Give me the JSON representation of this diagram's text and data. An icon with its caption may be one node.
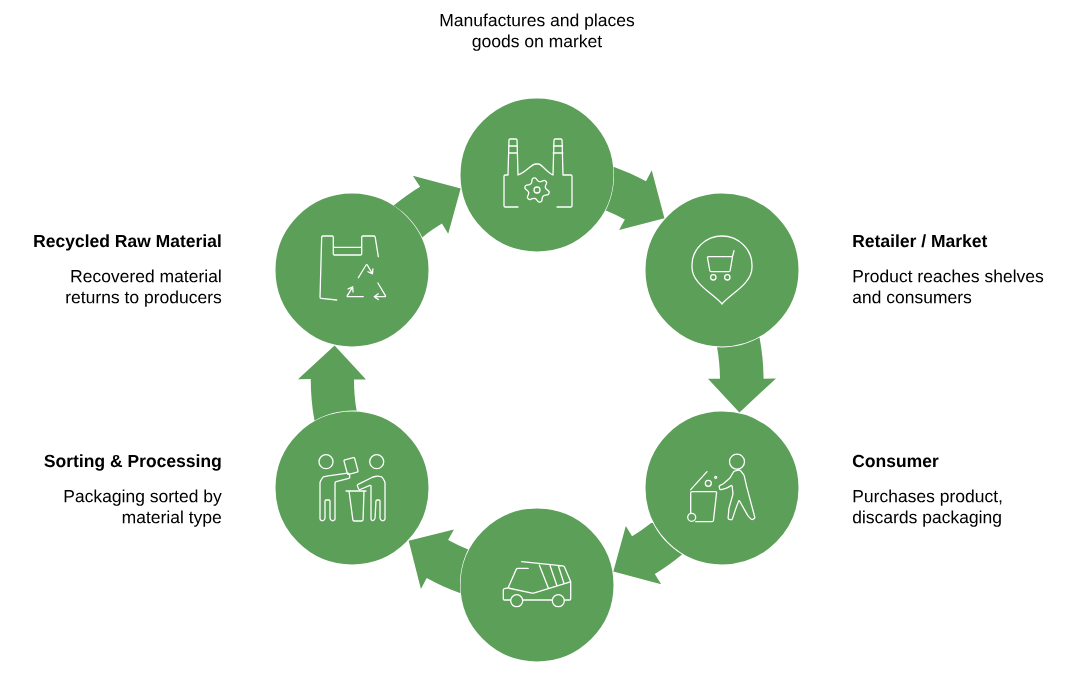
{
  "diagram": {
    "nodes": [
      {
        "text": [
          "Manufactures and places goods on market"
        ]
      },
      {
        "text": [
          "Retailer / Market",
          "Product reaches shelves and consumers"
        ]
      },
      {
        "text": [
          "Consumer",
          "Purchases product, discards packaging"
        ]
      },
      {
        "text": [],
        "shape": "circle"
      },
      {
        "text": [
          "Sorting & Processing",
          "Packaging sorted by material type"
        ]
      },
      {
        "text": [
          "Recycled Raw Material",
          "Recovered material returns to producers"
        ]
      }
    ],
    "edges": [
      {
        "from": 0,
        "to": 1,
        "arrow": "to"
      },
      {
        "from": 1,
        "to": 2,
        "arrow": "to"
      },
      {
        "from": 2,
        "to": 3,
        "arrow": "to"
      },
      {
        "from": 3,
        "to": 4,
        "arrow": "to"
      },
      {
        "from": 4,
        "to": 5,
        "arrow": "to"
      },
      {
        "from": 5,
        "to": 0,
        "arrow": "to"
      }
    ]
  }
}
